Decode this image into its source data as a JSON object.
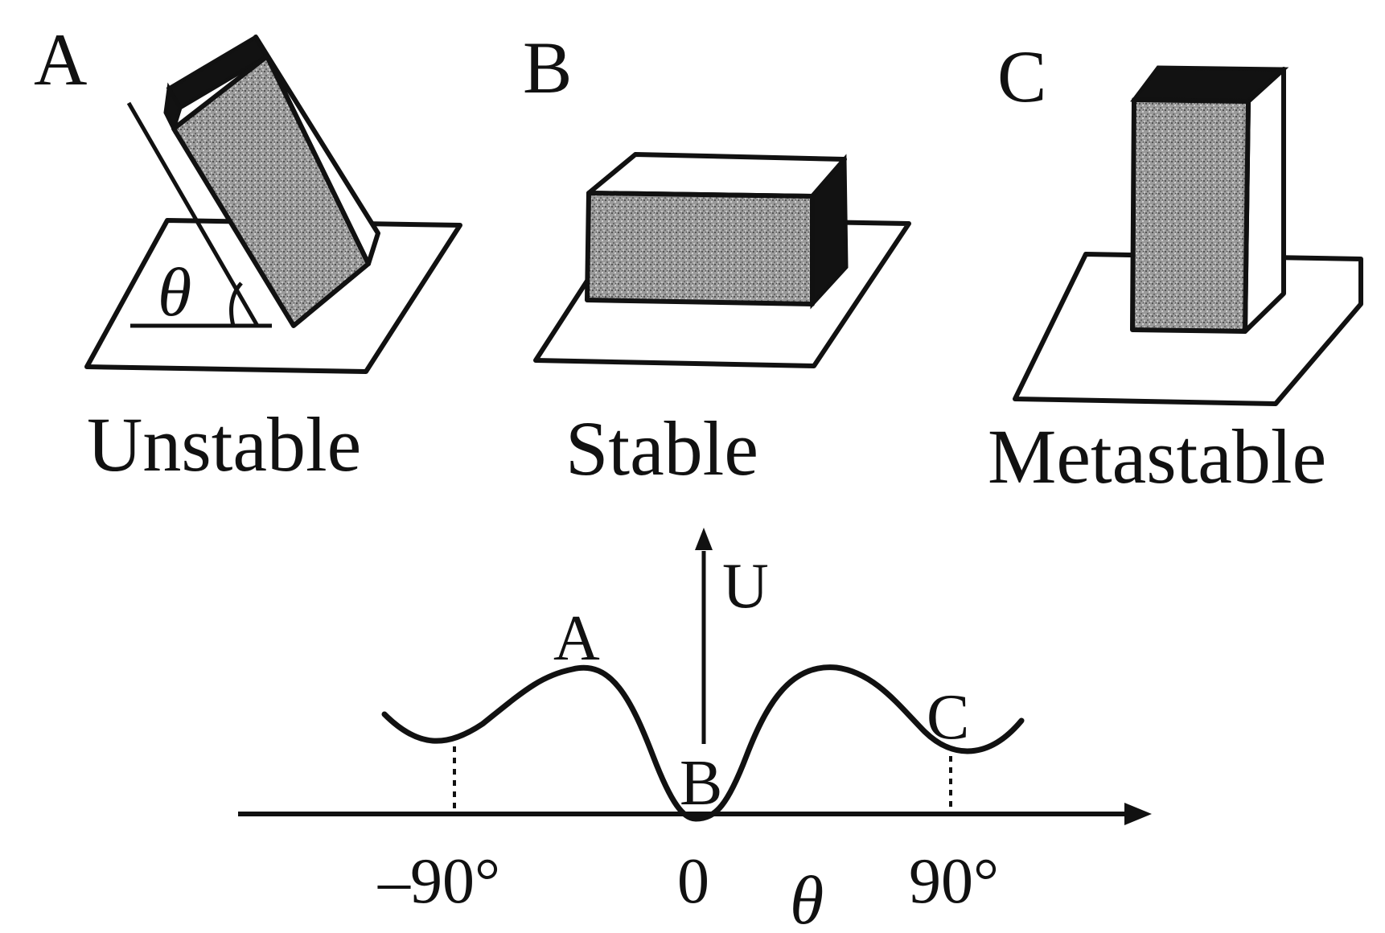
{
  "panels": [
    {
      "letter": "A",
      "state": "Unstable",
      "angle_symbol": "θ"
    },
    {
      "letter": "B",
      "state": "Stable"
    },
    {
      "letter": "C",
      "state": "Metastable"
    }
  ],
  "graph": {
    "y_axis_label": "U",
    "x_axis_symbol": "θ",
    "x_ticks": [
      "–90°",
      "0",
      "90°"
    ],
    "curve_labels": {
      "A": "A",
      "B": "B",
      "C": "C"
    }
  },
  "colors": {
    "ink": "#111111",
    "face_dark": "#121212",
    "face_speckle": "#8f8f8f",
    "paper": "#ffffff"
  }
}
